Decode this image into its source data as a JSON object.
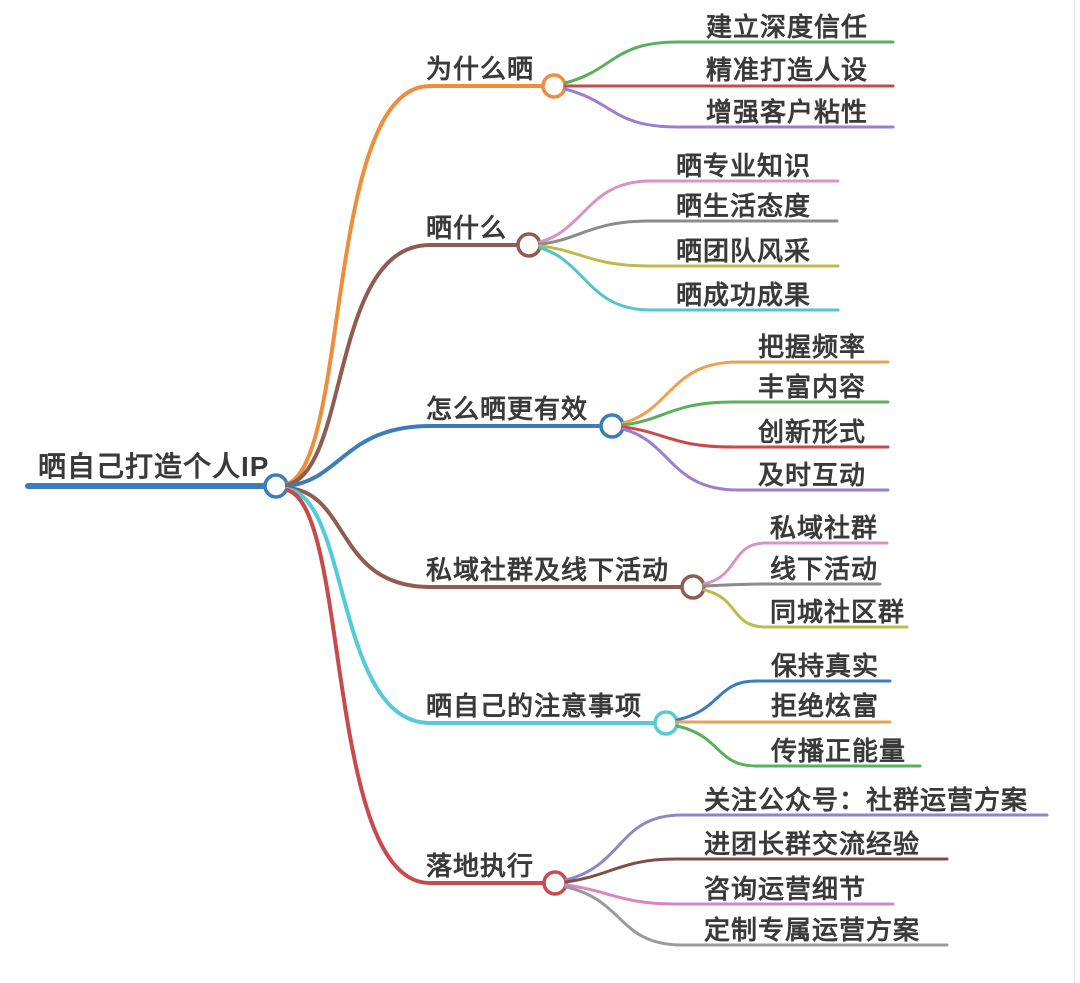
{
  "root": {
    "label": "晒自己打造个人IP",
    "color": "#3d7cbb"
  },
  "text_color": "#3a3a3a",
  "branches": [
    {
      "label": "为什么晒",
      "color": "#ef8e3a",
      "children": [
        {
          "label": "建立深度信任",
          "color": "#5aaf5a"
        },
        {
          "label": "精准打造人设",
          "color": "#c94a4d"
        },
        {
          "label": "增强客户粘性",
          "color": "#9a7fce"
        }
      ]
    },
    {
      "label": "晒什么",
      "color": "#8e5c52",
      "children": [
        {
          "label": "晒专业知识",
          "color": "#d893c9"
        },
        {
          "label": "晒生活态度",
          "color": "#8c8c8c"
        },
        {
          "label": "晒团队风采",
          "color": "#bcbc4d"
        },
        {
          "label": "晒成功成果",
          "color": "#52c6c9"
        }
      ]
    },
    {
      "label": "怎么晒更有效",
      "color": "#3d7cbb",
      "children": [
        {
          "label": "把握频率",
          "color": "#efa153"
        },
        {
          "label": "丰富内容",
          "color": "#5aaf5a"
        },
        {
          "label": "创新形式",
          "color": "#c94a4d"
        },
        {
          "label": "及时互动",
          "color": "#9a7fce"
        }
      ]
    },
    {
      "label": "私域社群及线下活动",
      "color": "#8e5c52",
      "children": [
        {
          "label": "私域社群",
          "color": "#d893c9"
        },
        {
          "label": "线下活动",
          "color": "#8c8c8c"
        },
        {
          "label": "同城社区群",
          "color": "#bcbc4d"
        }
      ]
    },
    {
      "label": "晒自己的注意事项",
      "color": "#55cbd9",
      "children": [
        {
          "label": "保持真实",
          "color": "#3d7cbb"
        },
        {
          "label": "拒绝炫富",
          "color": "#efa153"
        },
        {
          "label": "传播正能量",
          "color": "#5aaf5a"
        }
      ]
    },
    {
      "label": "落地执行",
      "color": "#c94a4d",
      "children": [
        {
          "label": "关注公众号：社群运营方案",
          "color": "#8f86c9"
        },
        {
          "label": "进团长群交流经验",
          "color": "#7d4f48"
        },
        {
          "label": "咨询运营细节",
          "color": "#d884c6"
        },
        {
          "label": "定制专属运营方案",
          "color": "#9a9a9a"
        }
      ]
    }
  ]
}
